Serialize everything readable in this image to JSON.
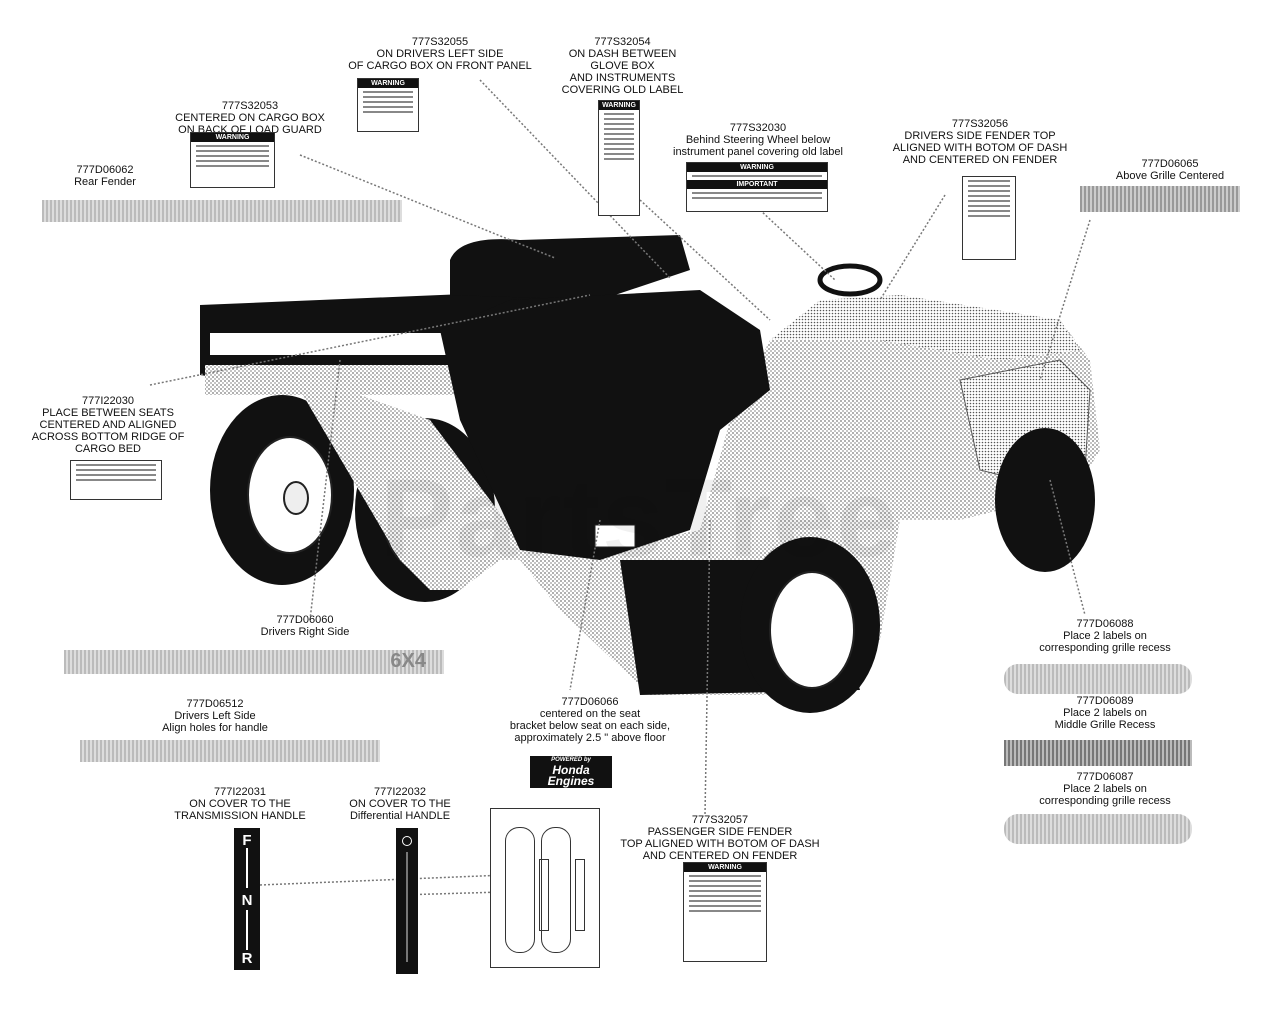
{
  "labels": {
    "l_32055": [
      "777S32055",
      "ON DRIVERS LEFT SIDE",
      "OF CARGO BOX ON FRONT PANEL"
    ],
    "l_32054": [
      "777S32054",
      "ON DASH BETWEEN",
      "GLOVE BOX",
      "AND INSTRUMENTS",
      "COVERING OLD LABEL"
    ],
    "l_32053": [
      "777S32053",
      "CENTERED ON CARGO BOX",
      "ON BACK OF LOAD GUARD"
    ],
    "l_32030": [
      "777S32030",
      "Behind Steering Wheel below",
      "instrument panel covering old label"
    ],
    "l_32056": [
      "777S32056",
      "DRIVERS SIDE FENDER TOP",
      "ALIGNED WITH BOTOM OF DASH",
      "AND CENTERED ON FENDER"
    ],
    "l_06062": [
      "777D06062",
      "Rear Fender"
    ],
    "l_06065": [
      "777D06065",
      "Above Grille Centered"
    ],
    "l_22030": [
      "777I22030",
      "PLACE BETWEEN SEATS",
      "CENTERED AND ALIGNED",
      "ACROSS BOTTOM RIDGE OF",
      "CARGO BED"
    ],
    "l_06060": [
      "777D06060",
      "Drivers Right Side"
    ],
    "l_06088": [
      "777D06088",
      "Place 2 labels on",
      "corresponding grille recess"
    ],
    "l_06089": [
      "777D06089",
      "Place 2 labels on",
      "Middle Grille Recess"
    ],
    "l_06087": [
      "777D06087",
      "Place 2 labels on",
      "corresponding grille recess"
    ],
    "l_06512": [
      "777D06512",
      "Drivers Left Side",
      "Align holes for handle"
    ],
    "l_06066": [
      "777D06066",
      "centered on the seat",
      "bracket below seat on each side,",
      "approximately 2.5 \" above floor"
    ],
    "l_22031": [
      "777I22031",
      "ON COVER TO THE",
      "TRANSMISSION HANDLE"
    ],
    "l_22032": [
      "777I22032",
      "ON COVER TO THE",
      "Differential HANDLE"
    ],
    "l_32057": [
      "777S32057",
      "PASSENGER SIDE FENDER",
      "TOP ALIGNED WITH BOTOM OF DASH",
      "AND CENTERED ON FENDER"
    ]
  },
  "stickers": {
    "warning": "WARNING",
    "important": "IMPORTANT"
  },
  "honda": {
    "powered": "POWERED by",
    "line1": "Honda",
    "line2": "Engines"
  },
  "shifter": {
    "f": "F",
    "n": "N",
    "r": "R"
  },
  "decals": {
    "six_by_four": "6X4"
  },
  "watermark": "PartsTree"
}
